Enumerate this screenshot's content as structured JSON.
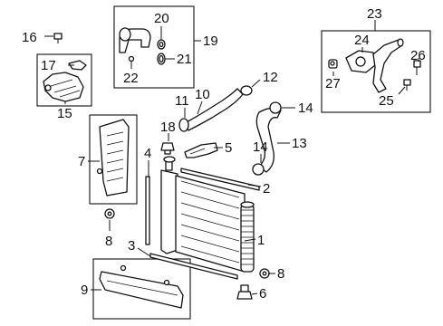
{
  "callouts": {
    "c1": "1",
    "c2": "2",
    "c3": "3",
    "c4": "4",
    "c5": "5",
    "c6": "6",
    "c7": "7",
    "c8a": "8",
    "c8b": "8",
    "c9": "9",
    "c10": "10",
    "c11": "11",
    "c12": "12",
    "c13": "13",
    "c14a": "14",
    "c14b": "14",
    "c15": "15",
    "c16": "16",
    "c17": "17",
    "c18": "18",
    "c19": "19",
    "c20": "20",
    "c21": "21",
    "c22": "22",
    "c23": "23",
    "c24": "24",
    "c25": "25",
    "c26": "26",
    "c27": "27"
  }
}
